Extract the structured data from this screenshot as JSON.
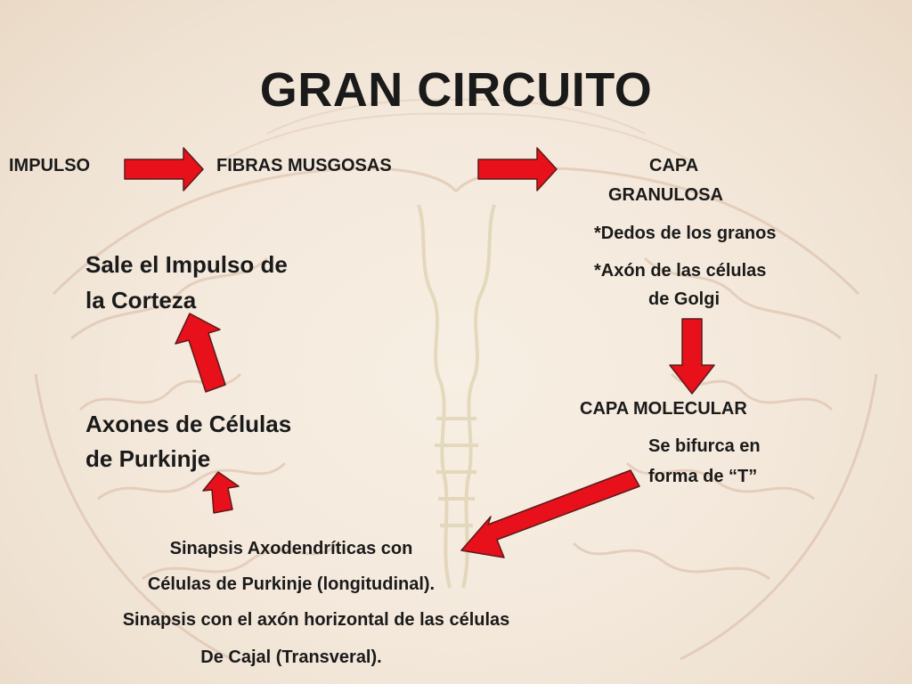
{
  "title": "GRAN CIRCUITO",
  "nodes": {
    "impulso": "IMPULSO",
    "fibras_musgosas": "FIBRAS MUSGOSAS",
    "capa_granulosa": {
      "line1": "CAPA",
      "line2": "GRANULOSA",
      "items": [
        "*Dedos de los granos",
        "*Axón de las células",
        "de Golgi"
      ]
    },
    "capa_molecular": {
      "title": "CAPA MOLECULAR",
      "lines": [
        "Se bifurca en",
        "forma de “T”"
      ]
    },
    "sinapsis": [
      "Sinapsis Axodendríticas con",
      "Células de Purkinje (longitudinal).",
      "Sinapsis con el axón horizontal de las células",
      "De Cajal (Transveral)."
    ],
    "axones": [
      "Axones de Células",
      "de Purkinje"
    ],
    "sale": [
      "Sale el Impulso de",
      "la Corteza"
    ]
  },
  "colors": {
    "arrow_fill": "#e8101a",
    "arrow_stroke": "#5a1a1a",
    "text": "#1a1a1a"
  }
}
